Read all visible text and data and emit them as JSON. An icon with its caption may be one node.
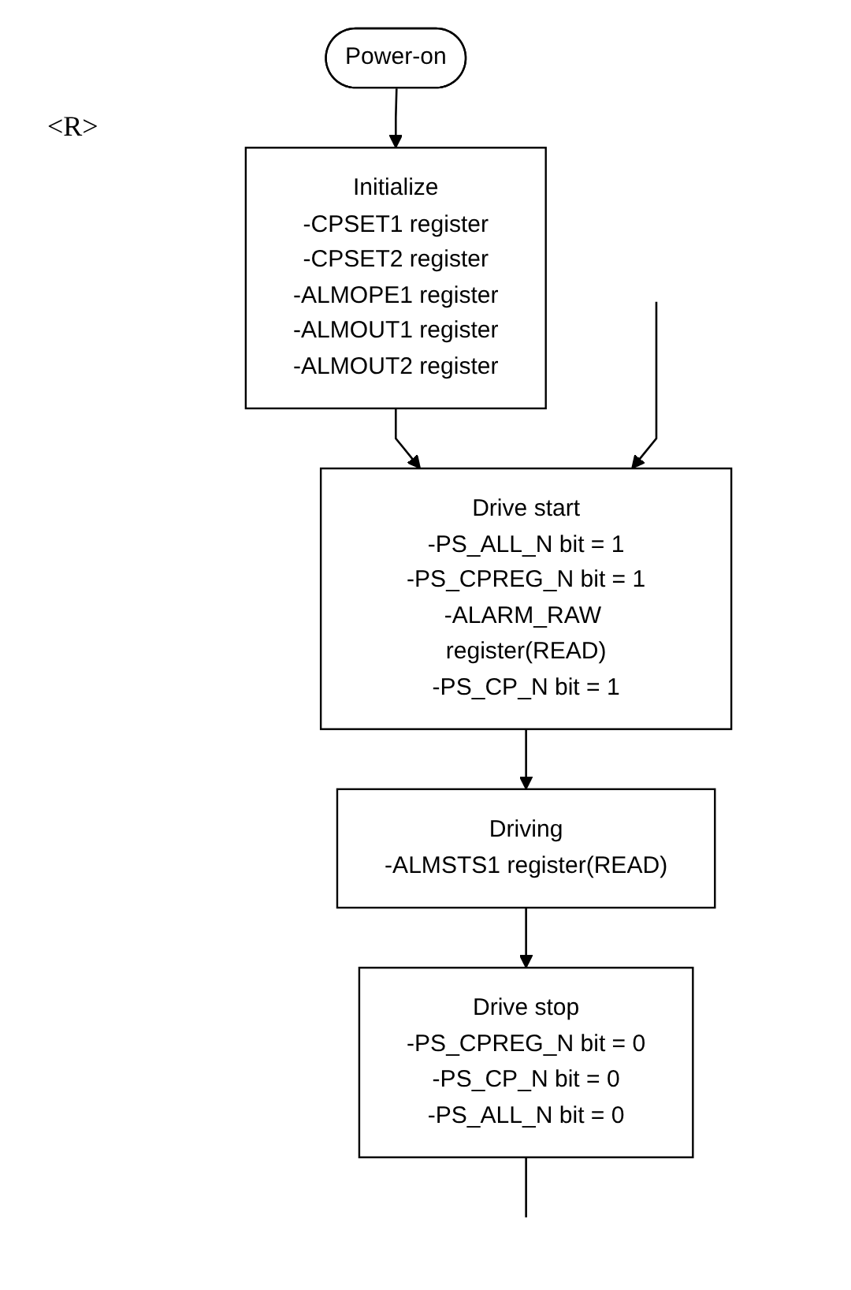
{
  "diagram": {
    "nodes": [
      {
        "text": [
          "Power-on"
        ]
      },
      {
        "text": [
          "Initialize",
          "-CPSET1 register",
          "-CPSET2 register",
          "-ALMOPE1 register",
          "-ALMOUT1 register",
          "-ALMOUT2 register"
        ]
      },
      {
        "text": [
          "Drive start",
          "-PS_ALL_N bit = 1",
          "-PS_CPREG_N bit = 1",
          "-ALARM_RAW register(READ)",
          "-PS_CP_N bit = 1"
        ]
      },
      {
        "text": [
          "Driving",
          "-ALMSTS1 register(READ)"
        ]
      },
      {
        "text": [
          "Drive stop",
          "-PS_CPREG_N bit = 0",
          "-PS_CP_N bit = 0",
          "-PS_ALL_N bit = 0"
        ]
      }
    ],
    "edges": [
      {
        "from": 0,
        "to": 1,
        "arrow": "to"
      },
      {
        "from": 1,
        "to": 2,
        "arrow": "to"
      },
      {
        "from": null,
        "to": 2,
        "arrow": "to"
      },
      {
        "from": 2,
        "to": 3,
        "arrow": "to"
      },
      {
        "from": 3,
        "to": 4,
        "arrow": "to"
      },
      {
        "from": 4,
        "to": null,
        "arrow": "none"
      }
    ],
    "labels": [
      "<R>"
    ]
  }
}
